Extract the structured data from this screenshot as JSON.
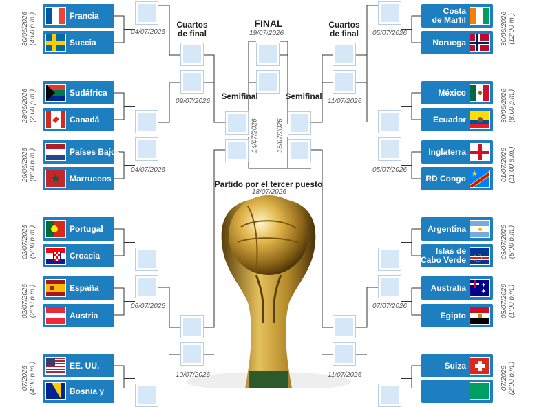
{
  "headings": {
    "final": "FINAL",
    "final_date": "19/07/2026",
    "qf_left": "Cuartos\nde final",
    "qf_right": "Cuartos\nde final",
    "semi_left": "Semifinal",
    "semi_right": "Semifinal",
    "third": "Partido por el tercer puesto",
    "third_date": "18/07/2026",
    "semi_left_date": "14/07/2026",
    "semi_right_date": "15/07/2026"
  },
  "left_teams": [
    {
      "name": "Francia",
      "flag": "france"
    },
    {
      "name": "Suecia",
      "flag": "sweden"
    },
    {
      "name": "Sudáfrica",
      "flag": "south-africa"
    },
    {
      "name": "Canadá",
      "flag": "canada"
    },
    {
      "name": "Países Bajos",
      "flag": "netherlands"
    },
    {
      "name": "Marruecos",
      "flag": "morocco"
    },
    {
      "name": "Portugal",
      "flag": "portugal"
    },
    {
      "name": "Croacia",
      "flag": "croatia"
    },
    {
      "name": "España",
      "flag": "spain"
    },
    {
      "name": "Austria",
      "flag": "austria"
    },
    {
      "name": "EE. UU.",
      "flag": "usa"
    },
    {
      "name": "Bosnia y",
      "flag": "bosnia"
    }
  ],
  "right_teams": [
    {
      "name": "Costa\nde Marfil",
      "flag": "ivory-coast"
    },
    {
      "name": "Noruega",
      "flag": "norway"
    },
    {
      "name": "México",
      "flag": "mexico"
    },
    {
      "name": "Ecuador",
      "flag": "ecuador"
    },
    {
      "name": "Inglaterra",
      "flag": "england"
    },
    {
      "name": "RD Congo",
      "flag": "dr-congo"
    },
    {
      "name": "Argentina",
      "flag": "argentina"
    },
    {
      "name": "Islas de\nCabo Verde",
      "flag": "cape-verde"
    },
    {
      "name": "Australia",
      "flag": "australia"
    },
    {
      "name": "Egipto",
      "flag": "egypt"
    },
    {
      "name": "Suiza",
      "flag": "switzerland"
    },
    {
      "name": "",
      "flag": "unknown"
    }
  ],
  "left_match_dates": [
    {
      "d1": "30/06/2026",
      "d2": "(4:00 p.m.)"
    },
    {
      "d1": "28/06/2026",
      "d2": "(2:00 p.m.)"
    },
    {
      "d1": "29/06/2026",
      "d2": "(8:00 p.m.)"
    },
    {
      "d1": "02/07/2026",
      "d2": "(5:00 p.m.)"
    },
    {
      "d1": "02/07/2026",
      "d2": "(2:00 p.m.)"
    },
    {
      "d1": "07/2026",
      "d2": "(4:00 p.m.)"
    }
  ],
  "right_match_dates": [
    {
      "d1": "30/06/2026",
      "d2": "(12:00 m.)"
    },
    {
      "d1": "30/06/2026",
      "d2": "(8:00 p.m.)"
    },
    {
      "d1": "01/07/2026",
      "d2": "(11:00 a.m.)"
    },
    {
      "d1": "03/07/2026",
      "d2": "(5:00 p.m.)"
    },
    {
      "d1": "03/07/2026",
      "d2": "(1:00 p.m.)"
    },
    {
      "d1": "07/2026",
      "d2": "(2:00 p.m.)"
    }
  ],
  "left_r16_dates": [
    "04/07/2026",
    "04/07/2026",
    "06/07/2026"
  ],
  "right_r16_dates": [
    "05/07/2026",
    "05/07/2026",
    "07/07/2026"
  ],
  "left_qf_dates": [
    "09/07/2026",
    "10/07/2026"
  ],
  "right_qf_dates": [
    "11/07/2026",
    "11/07/2026"
  ],
  "colors": {
    "team_bg": "#1d7ec0",
    "slot_fill": "#d6e8f7",
    "line": "#333333"
  }
}
